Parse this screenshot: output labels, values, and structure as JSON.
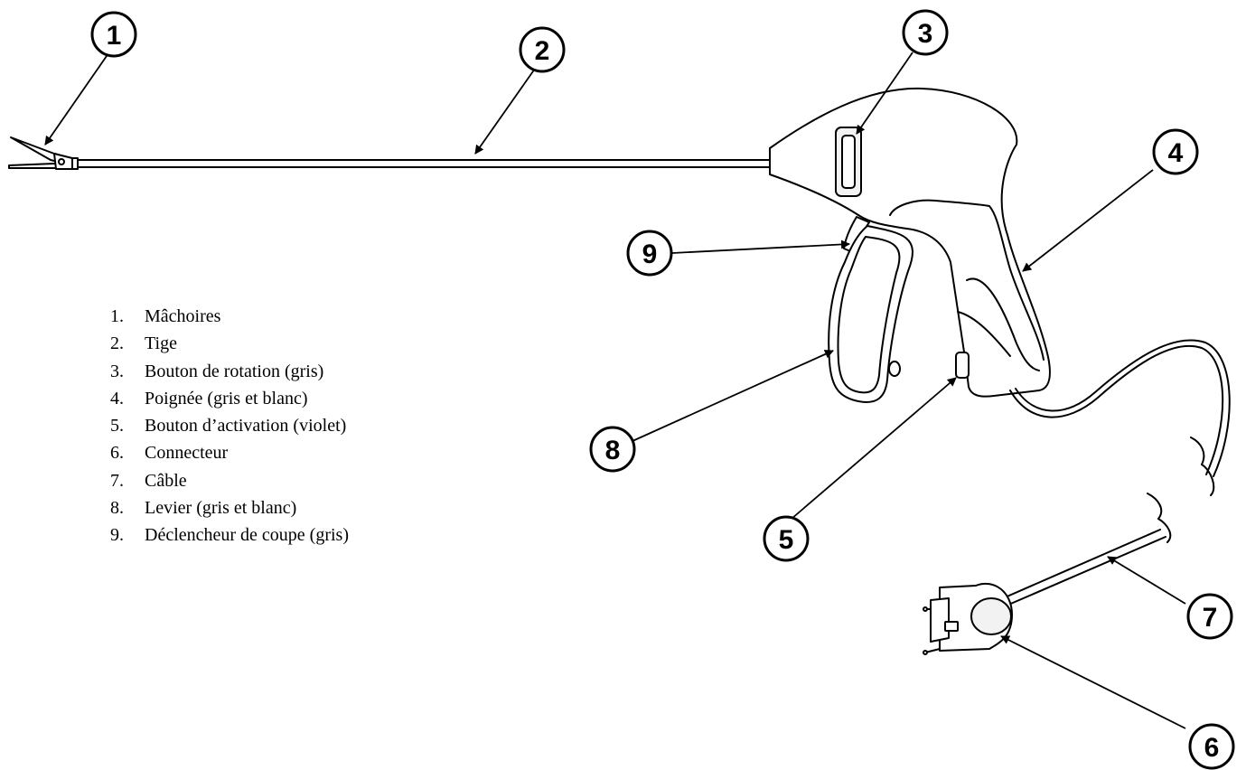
{
  "callouts": [
    "1",
    "2",
    "3",
    "4",
    "5",
    "6",
    "7",
    "8",
    "9"
  ],
  "legend": [
    {
      "num": "1.",
      "label": "Mâchoires"
    },
    {
      "num": "2.",
      "label": "Tige"
    },
    {
      "num": "3.",
      "label": "Bouton de rotation (gris)"
    },
    {
      "num": "4.",
      "label": "Poignée (gris et blanc)"
    },
    {
      "num": "5.",
      "label": "Bouton d’activation (violet)"
    },
    {
      "num": "6.",
      "label": "Connecteur"
    },
    {
      "num": "7.",
      "label": "Câble"
    },
    {
      "num": "8.",
      "label": "Levier (gris et blanc)"
    },
    {
      "num": "9.",
      "label": "Déclencheur de coupe (gris)"
    }
  ],
  "colors": {
    "line": "#000000",
    "fill": "#ffffff",
    "shade": "#f2f2f2"
  }
}
